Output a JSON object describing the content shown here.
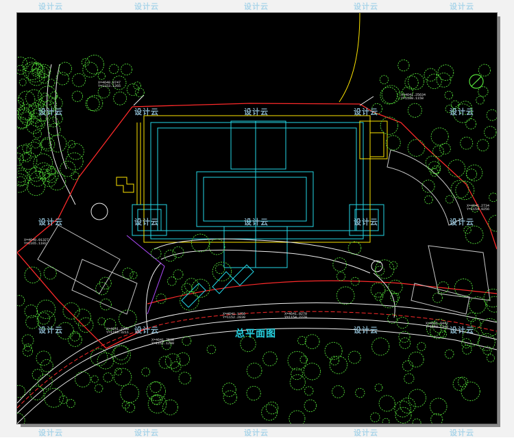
{
  "drawing": {
    "title": "总平面图",
    "watermark": "设计云",
    "colors": {
      "background": "#000000",
      "boundary": "#ff2a2a",
      "tree": "#55e23a",
      "building": "#23d8e8",
      "road": "#f2f2f2",
      "accent": "#ffe600"
    },
    "coordinates": [
      "X=4640.0747",
      "Y=1153.1265",
      "X=4641.25634",
      "Y=1100.1158",
      "X=4640.01327",
      "Y=1165.1102",
      "X=4641.2734",
      "Y=1154.9256",
      "X=4641.1256",
      "Y=1152.2830",
      "X=4641.0270",
      "Y=1154.2270",
      "X=4641.2260",
      "Y=1153.3211",
      "X=4641.7538",
      "Y=1151.1200",
      "X=4641.8442",
      "Y=1153.1243"
    ],
    "icons": [
      "north-arrow-icon"
    ]
  }
}
